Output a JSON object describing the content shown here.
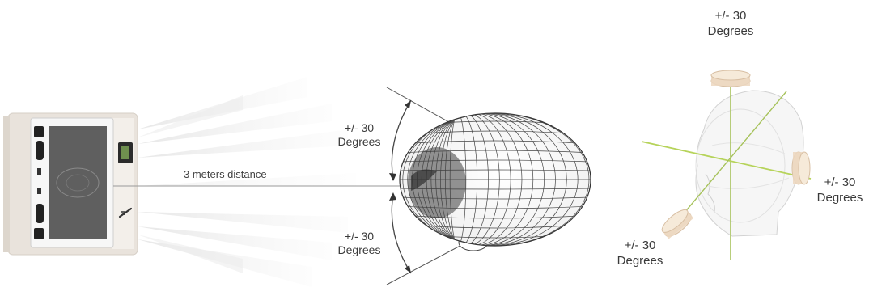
{
  "diagram": {
    "distance_label": "3 meters distance",
    "pitch_up": {
      "line1": "+/- 30",
      "line2": "Degrees"
    },
    "pitch_down": {
      "line1": "+/- 30",
      "line2": "Degrees"
    },
    "axis_top": {
      "line1": "+/- 30",
      "line2": "Degrees"
    },
    "axis_right": {
      "line1": "+/- 30",
      "line2": "Degrees"
    },
    "axis_bottom_left": {
      "line1": "+/- 30",
      "line2": "Degrees"
    }
  },
  "colors": {
    "device_frame": "#e9e3dc",
    "screen": "#5f5f5f",
    "axis_green": "#a6c25a",
    "axis_green_bright": "#b6d35a",
    "rotation_arrow": "#e9d2b8",
    "wireframe": "#3a3a3a"
  }
}
